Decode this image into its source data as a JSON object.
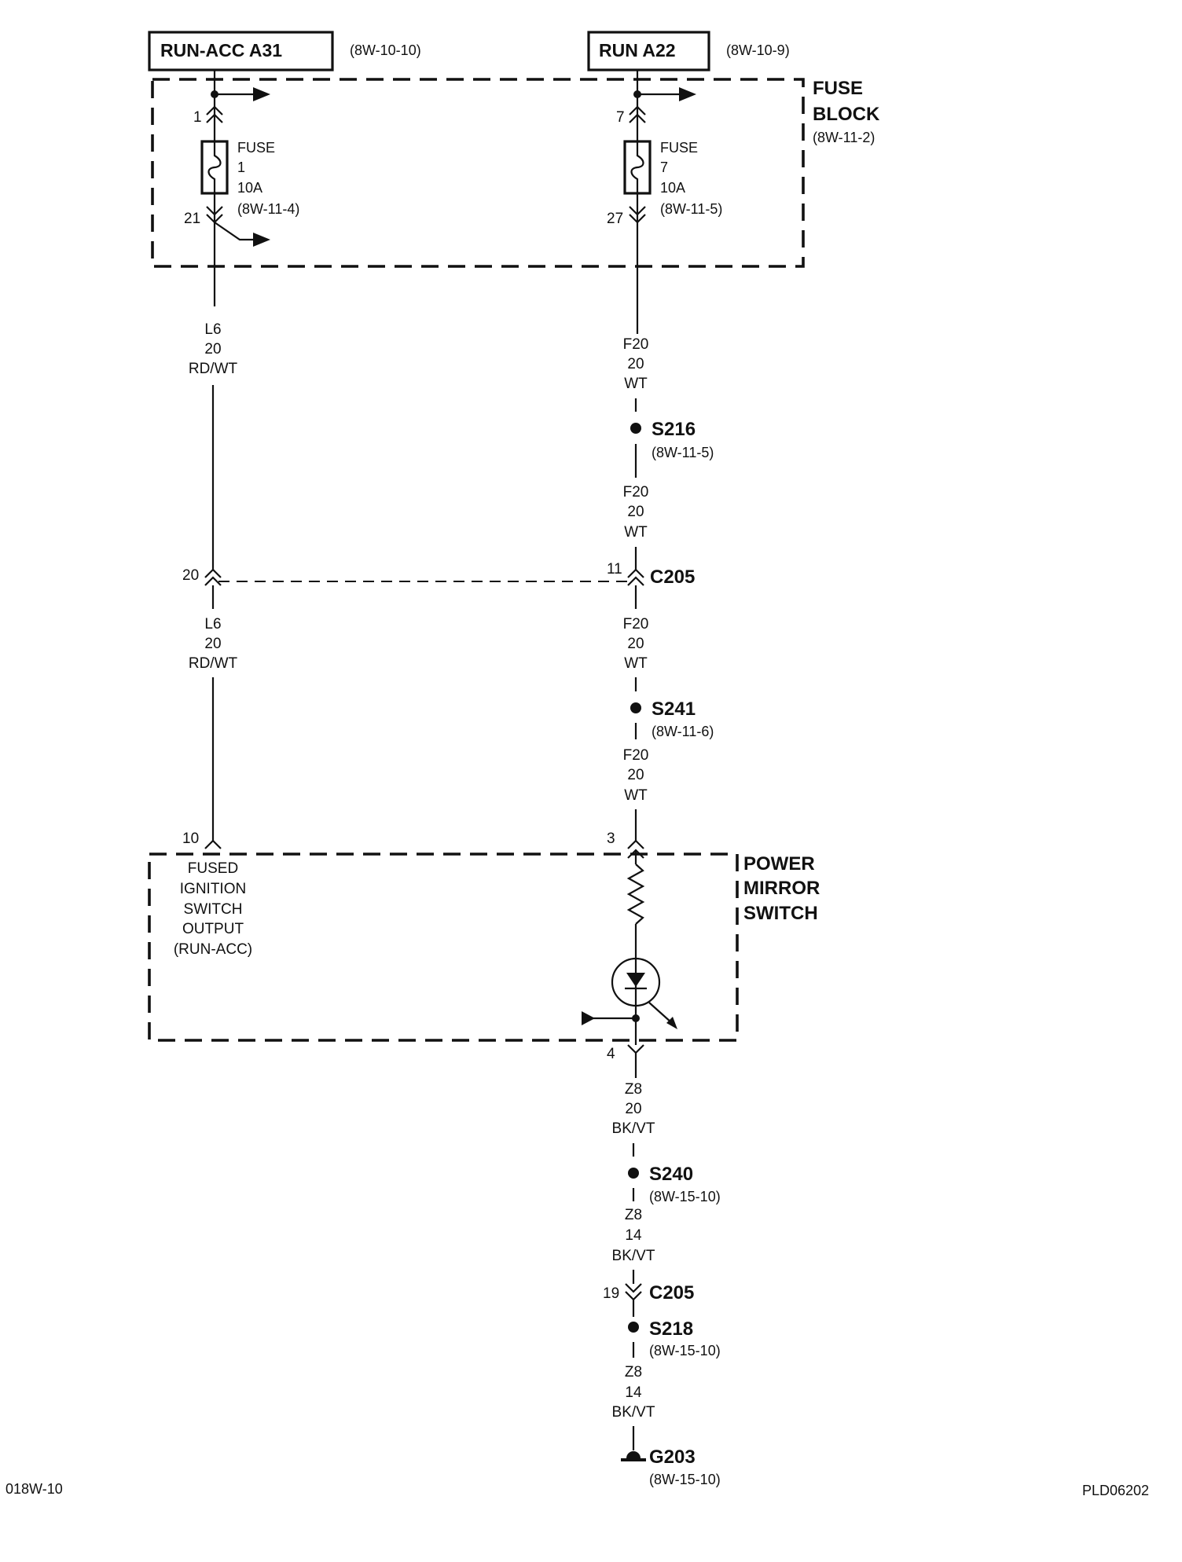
{
  "sources": {
    "left": {
      "label": "RUN-ACC A31",
      "ref": "(8W-10-10)"
    },
    "right": {
      "label": "RUN A22",
      "ref": "(8W-10-9)"
    }
  },
  "fuse_block": {
    "title_line1": "FUSE",
    "title_line2": "BLOCK",
    "ref": "(8W-11-2)",
    "fuse_left": {
      "pin_in": "1",
      "pin_out": "21",
      "lines": [
        "FUSE",
        "1",
        "10A",
        "(8W-11-4)"
      ]
    },
    "fuse_right": {
      "pin_in": "7",
      "pin_out": "27",
      "lines": [
        "FUSE",
        "7",
        "10A",
        "(8W-11-5)"
      ]
    }
  },
  "left_wire": {
    "upper": [
      "L6",
      "20",
      "RD/WT"
    ],
    "lower": [
      "L6",
      "20",
      "RD/WT"
    ],
    "connector_pin": "20",
    "switch_pin": "10"
  },
  "right_wire": {
    "seg1": [
      "F20",
      "20",
      "WT"
    ],
    "splice1": {
      "id": "S216",
      "ref": "(8W-11-5)"
    },
    "seg2": [
      "F20",
      "20",
      "WT"
    ],
    "connector": {
      "id": "C205",
      "pin": "11"
    },
    "seg3": [
      "F20",
      "20",
      "WT"
    ],
    "splice2": {
      "id": "S241",
      "ref": "(8W-11-6)"
    },
    "seg4": [
      "F20",
      "20",
      "WT"
    ],
    "switch_pin_in": "3"
  },
  "mirror_switch": {
    "title": [
      "POWER",
      "MIRROR",
      "SWITCH"
    ],
    "input_label": [
      "FUSED",
      "IGNITION",
      "SWITCH",
      "OUTPUT",
      "(RUN-ACC)"
    ],
    "pin_out": "4"
  },
  "ground_wire": {
    "seg1": [
      "Z8",
      "20",
      "BK/VT"
    ],
    "splice1": {
      "id": "S240",
      "ref": "(8W-15-10)"
    },
    "seg2": [
      "Z8",
      "14",
      "BK/VT"
    ],
    "connector": {
      "id": "C205",
      "pin": "19"
    },
    "splice2": {
      "id": "S218",
      "ref": "(8W-15-10)"
    },
    "seg3": [
      "Z8",
      "14",
      "BK/VT"
    ],
    "ground": {
      "id": "G203",
      "ref": "(8W-15-10)"
    }
  },
  "footer": {
    "left": "018W-10",
    "right": "PLD06202"
  }
}
